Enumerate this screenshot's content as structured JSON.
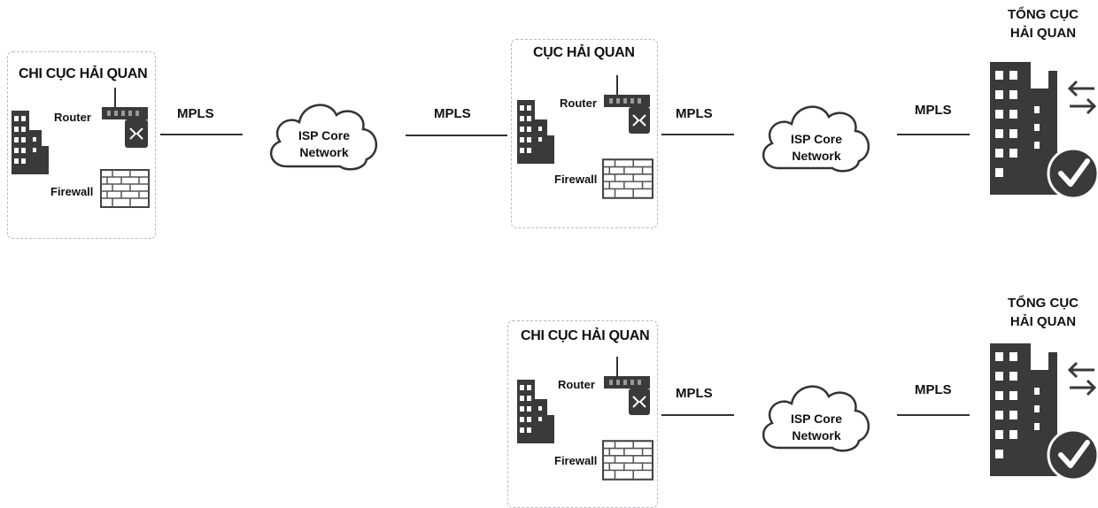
{
  "rows": [
    {
      "sites": [
        {
          "title": "CHI CỤC HẢI QUAN",
          "router_label": "Router",
          "firewall_label": "Firewall"
        },
        {
          "title": "CỤC HẢI QUAN",
          "router_label": "Router",
          "firewall_label": "Firewall"
        }
      ],
      "links": [
        "MPLS",
        "MPLS",
        "MPLS",
        "MPLS"
      ],
      "clouds": [
        {
          "line1": "ISP Core",
          "line2": "Network"
        },
        {
          "line1": "ISP Core",
          "line2": "Network"
        }
      ],
      "hq": {
        "line1": "TỔNG CỤC",
        "line2": "HẢI QUAN"
      }
    },
    {
      "sites": [
        {
          "title": "CHI CỤC HẢI QUAN",
          "router_label": "Router",
          "firewall_label": "Firewall"
        }
      ],
      "links": [
        "MPLS",
        "MPLS"
      ],
      "clouds": [
        {
          "line1": "ISP Core",
          "line2": "Network"
        }
      ],
      "hq": {
        "line1": "TỔNG CỤC",
        "line2": "HẢI QUAN"
      }
    }
  ]
}
